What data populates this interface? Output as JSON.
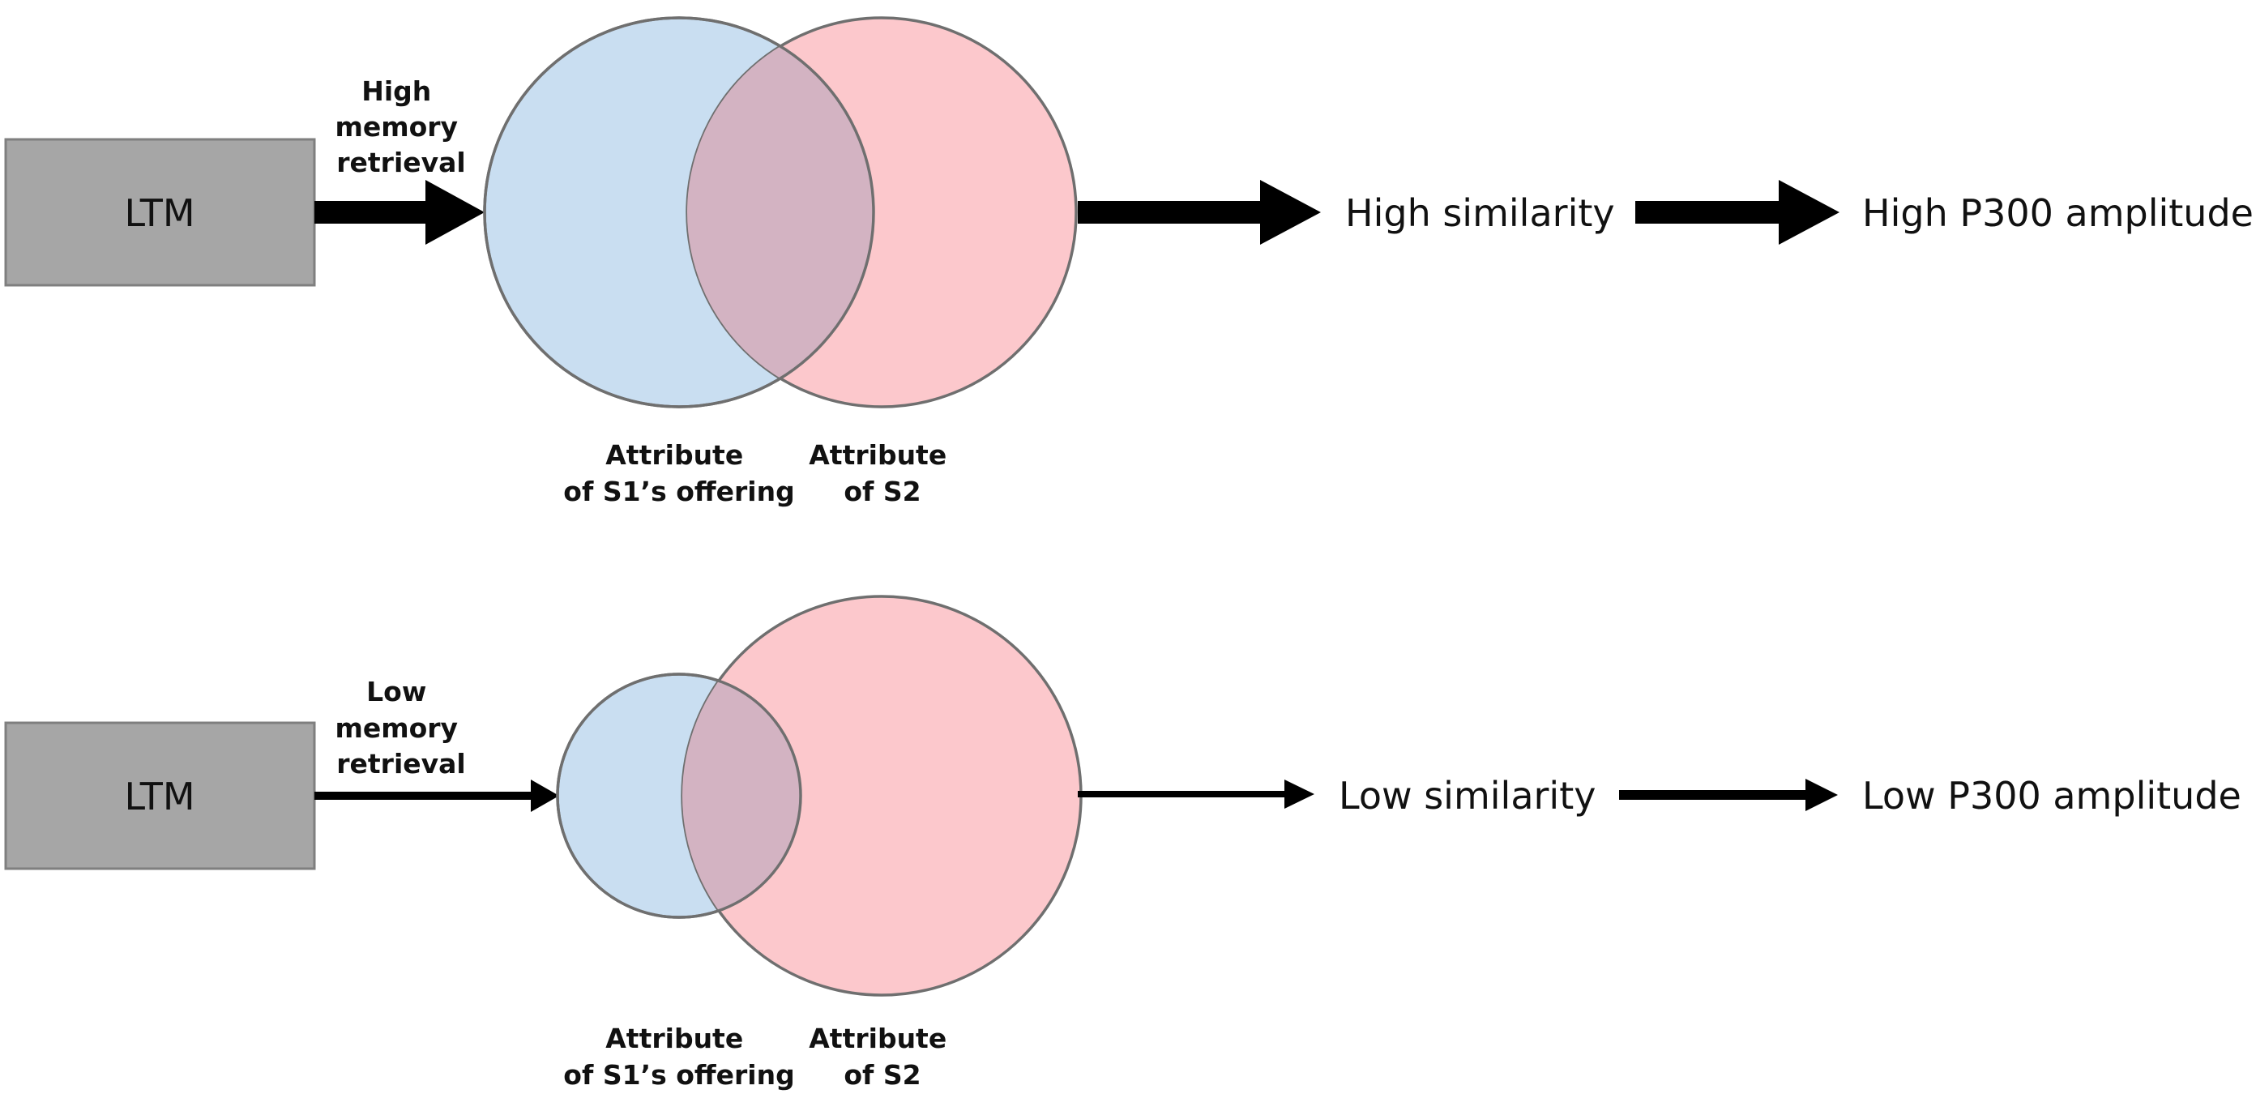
{
  "rows": [
    {
      "id": "high",
      "source_label": "LTM",
      "retrieval_lines": [
        "High",
        "memory",
        "retrieval"
      ],
      "attribute_s1_lines": [
        "Attribute",
        "of S1’s offering"
      ],
      "attribute_s2_lines": [
        "Attribute",
        "of S2"
      ],
      "similarity_label": "High similarity",
      "outcome_label": "High P300 amplitude"
    },
    {
      "id": "low",
      "source_label": "LTM",
      "retrieval_lines": [
        "Low",
        "memory",
        "retrieval"
      ],
      "attribute_s1_lines": [
        "Attribute",
        "of S1’s offering"
      ],
      "attribute_s2_lines": [
        "Attribute",
        "of S2"
      ],
      "similarity_label": "Low similarity",
      "outcome_label": "Low P300 amplitude"
    }
  ],
  "colors": {
    "box_fill": "#a6a6a6",
    "s1_circle_fill": "#c9def1",
    "s2_circle_fill": "#fcc8cc",
    "overlap_fill": "#d3b3c2",
    "arrow": "#000000"
  }
}
